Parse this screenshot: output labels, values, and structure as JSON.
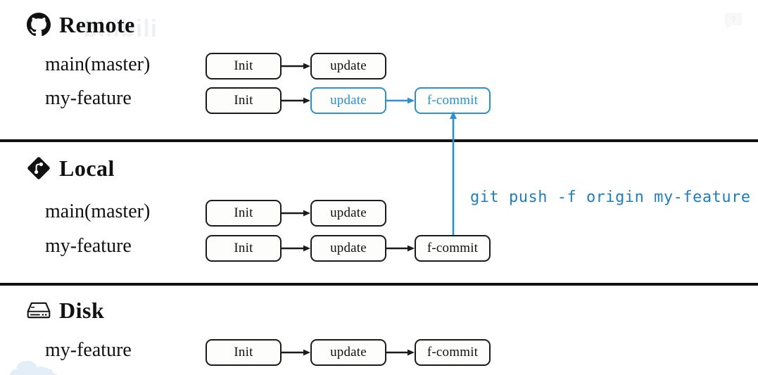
{
  "watermarks": {
    "brand": "bilibili",
    "help_icon": "question-bubble-icon",
    "cloud_icon": "cloud-icon"
  },
  "colors": {
    "accent_blue": "#2b8fd0",
    "command_blue": "#1f7ec0",
    "ink": "#111111",
    "background": "#ffffff"
  },
  "sections": [
    {
      "id": "remote",
      "title": "Remote",
      "icon": "github-icon",
      "rows": [
        {
          "label": "main(master)",
          "nodes": [
            {
              "label": "Init",
              "highlight": false
            },
            {
              "label": "update",
              "highlight": false
            }
          ]
        },
        {
          "label": "my-feature",
          "nodes": [
            {
              "label": "Init",
              "highlight": false
            },
            {
              "label": "update",
              "highlight": true
            },
            {
              "label": "f-commit",
              "highlight": true
            }
          ]
        }
      ]
    },
    {
      "id": "local",
      "title": "Local",
      "icon": "git-branch-diamond-icon",
      "rows": [
        {
          "label": "main(master)",
          "nodes": [
            {
              "label": "Init",
              "highlight": false
            },
            {
              "label": "update",
              "highlight": false
            }
          ]
        },
        {
          "label": "my-feature",
          "nodes": [
            {
              "label": "Init",
              "highlight": false
            },
            {
              "label": "update",
              "highlight": false
            },
            {
              "label": "f-commit",
              "highlight": false
            }
          ]
        }
      ]
    },
    {
      "id": "disk",
      "title": "Disk",
      "icon": "hard-drive-icon",
      "rows": [
        {
          "label": "my-feature",
          "nodes": [
            {
              "label": "Init",
              "highlight": false
            },
            {
              "label": "update",
              "highlight": false
            },
            {
              "label": "f-commit",
              "highlight": false
            }
          ]
        }
      ]
    }
  ],
  "command": {
    "text": "git push -f origin my-feature"
  }
}
